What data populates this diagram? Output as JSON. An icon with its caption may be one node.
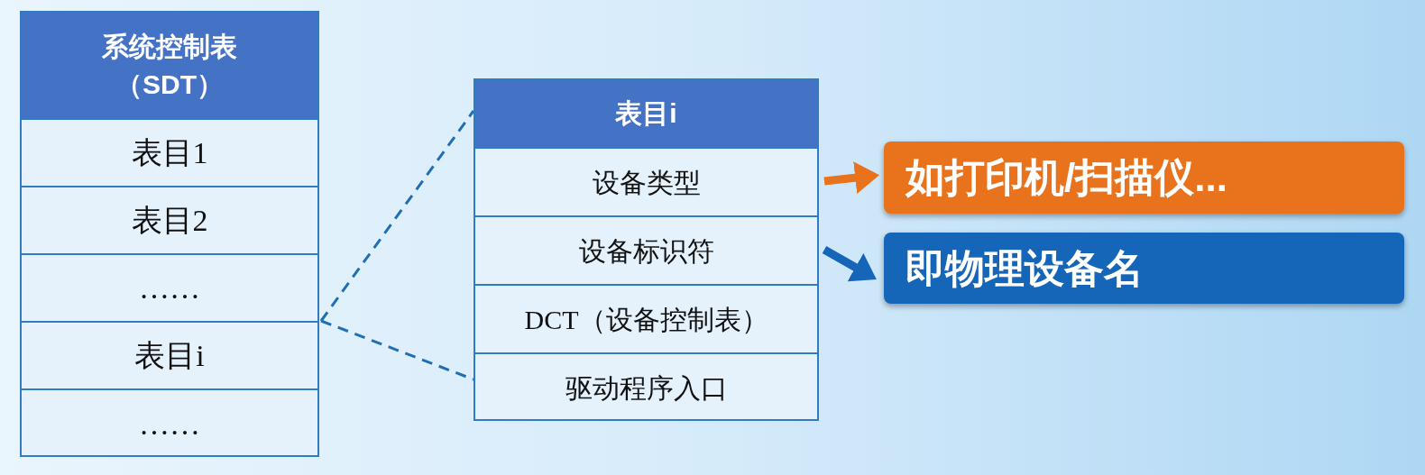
{
  "diagram": {
    "nodes": [
      {
        "text": [
          "系统控制表（SDT）"
        ]
      },
      {
        "text": [
          "表目1"
        ],
        "in": 0
      },
      {
        "text": [
          "表目2"
        ],
        "in": 0
      },
      {
        "text": [
          "……"
        ],
        "in": 0
      },
      {
        "text": [
          "表目i"
        ],
        "in": 0
      },
      {
        "text": [
          "……"
        ],
        "in": 0
      },
      {
        "text": [
          "表目i"
        ]
      },
      {
        "text": [
          "设备类型"
        ],
        "in": 6
      },
      {
        "text": [
          "设备标识符"
        ],
        "in": 6
      },
      {
        "text": [
          "DCT（设备控制表）"
        ],
        "in": 6
      },
      {
        "text": [
          "驱动程序入口"
        ],
        "in": 6
      },
      {
        "text": [
          "如打印机/扫描仪..."
        ]
      },
      {
        "text": [
          "即物理设备名"
        ]
      }
    ],
    "edges": [
      {
        "from": 4,
        "to": 6,
        "arrow": "none",
        "style": "dashed"
      },
      {
        "from": 4,
        "to": 6,
        "arrow": "none",
        "style": "dashed"
      },
      {
        "from": 7,
        "to": 11,
        "arrow": "to",
        "style": "thick",
        "color": "#e8731c"
      },
      {
        "from": 8,
        "to": 12,
        "arrow": "to",
        "style": "thick",
        "color": "#1565b8"
      }
    ]
  }
}
